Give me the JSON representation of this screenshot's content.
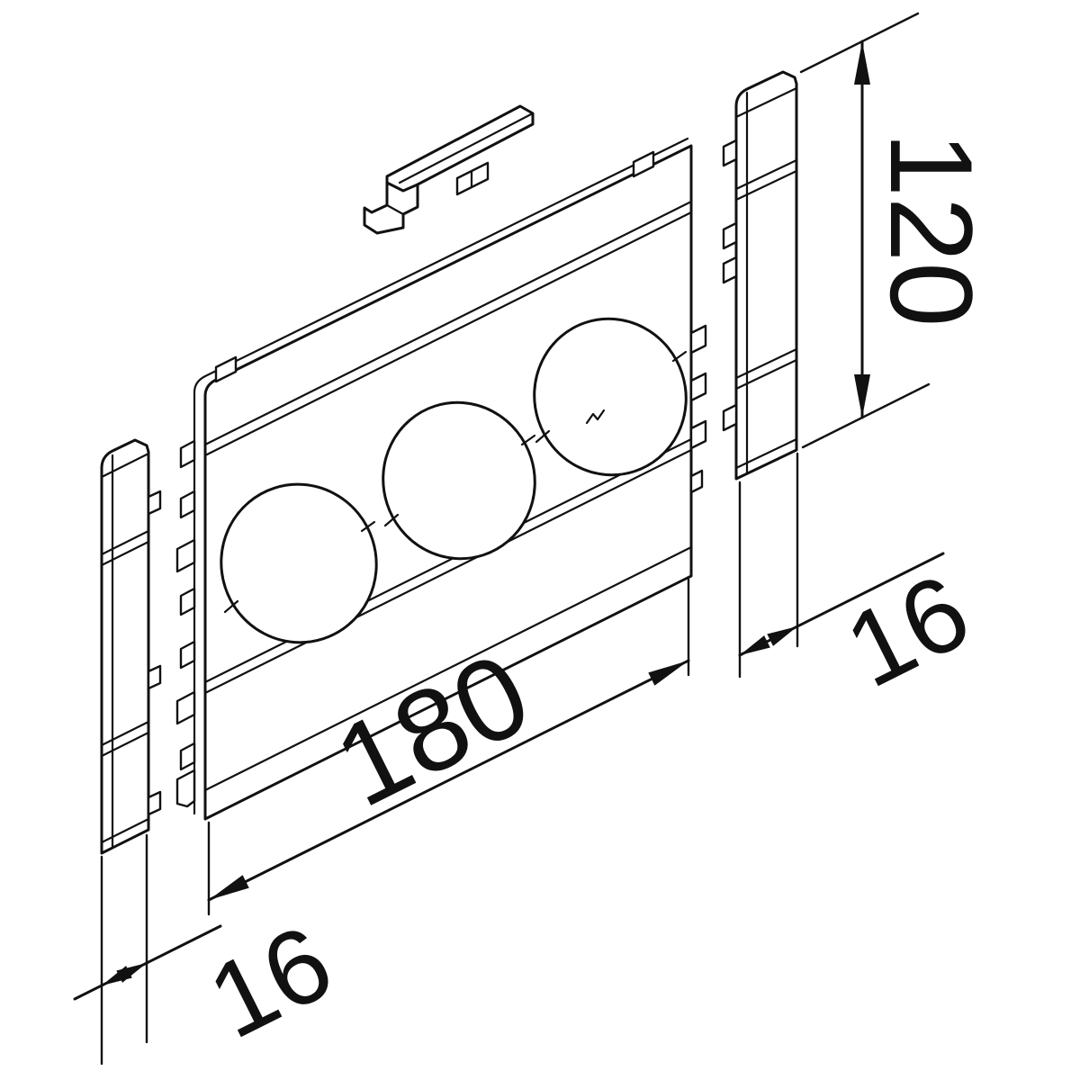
{
  "colors": {
    "background": "#ffffff",
    "line": "#111111"
  },
  "dimensions": {
    "height": "120",
    "width": "180",
    "depth_right": "16",
    "depth_left": "16"
  }
}
